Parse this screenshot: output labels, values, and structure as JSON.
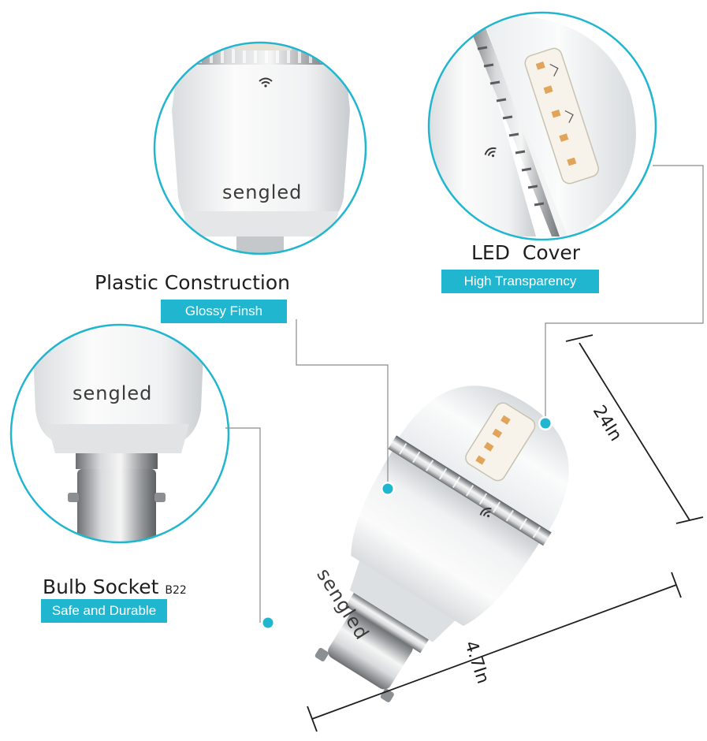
{
  "brand": "sengled",
  "callouts": {
    "plastic": {
      "title": "Plastic Construction",
      "tag": "Glossy Finsh"
    },
    "led": {
      "title": "LED  Cover",
      "tag": "High Transparency"
    },
    "socket": {
      "title": "Bulb Socket",
      "title_suffix": "B22",
      "tag": "Safe and Durable"
    }
  },
  "dimensions": {
    "width": "24In",
    "length": "4.7In"
  },
  "colors": {
    "accent": "#21b6cf",
    "line": "#8a8a8a",
    "text": "#1e1e1e"
  },
  "icons": [
    "wifi-icon",
    "callout-dot"
  ]
}
